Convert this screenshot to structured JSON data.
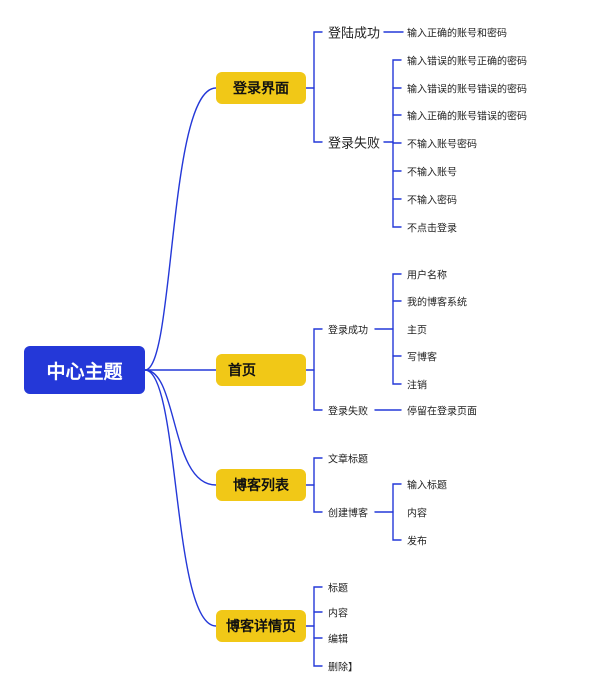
{
  "root": {
    "label": "中心主题"
  },
  "branches": [
    {
      "label": "登录界面",
      "children": [
        {
          "label": "登陆成功",
          "leaves": [
            "输入正确的账号和密码"
          ]
        },
        {
          "label": "登录失败",
          "leaves": [
            "输入错误的账号正确的密码",
            "输入错误的账号错误的密码",
            "输入正确的账号错误的密码",
            "不输入账号密码",
            "不输入账号",
            "不输入密码",
            "不点击登录"
          ]
        }
      ]
    },
    {
      "label": "首页",
      "children": [
        {
          "label": "登录成功",
          "leaves": [
            "用户名称",
            "我的博客系统",
            "主页",
            "写博客",
            "注销"
          ]
        },
        {
          "label": "登录失败",
          "leaves": [
            "停留在登录页面"
          ]
        }
      ]
    },
    {
      "label": "博客列表",
      "children": [
        {
          "label": "文章标题",
          "leaves": []
        },
        {
          "label": "创建博客",
          "leaves": [
            "输入标题",
            "内容",
            "发布"
          ]
        }
      ]
    },
    {
      "label": "博客详情页",
      "children": [
        {
          "label": "标题",
          "leaves": []
        },
        {
          "label": "内容",
          "leaves": []
        },
        {
          "label": "编辑",
          "leaves": []
        },
        {
          "label": "删除】",
          "leaves": []
        }
      ]
    }
  ],
  "colors": {
    "root": "#2438d8",
    "branch": "#f1c817",
    "line": "#2438d8"
  }
}
